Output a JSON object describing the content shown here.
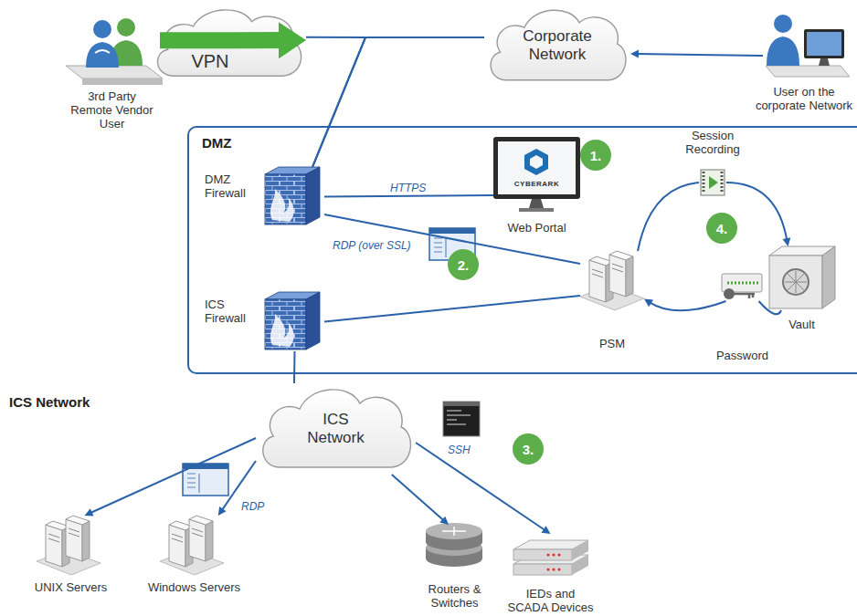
{
  "diagram": {
    "nodes": [
      {
        "text": [
          "3rd Party Remote Vendor User"
        ]
      },
      {
        "text": [
          "VPN"
        ]
      },
      {
        "text": [
          "Corporate Network"
        ]
      },
      {
        "text": [
          "User on the corporate Network"
        ]
      },
      {
        "text": [
          "DMZ"
        ]
      },
      {
        "text": [
          "DMZ Firewall"
        ],
        "in": 4
      },
      {
        "text": [
          "Web Portal"
        ],
        "in": 4
      },
      {
        "text": [
          "Session Recording"
        ],
        "in": 4
      },
      {
        "text": [
          "Vault"
        ],
        "in": 4
      },
      {
        "text": [
          "PSM"
        ],
        "in": 4
      },
      {
        "text": [
          "Password"
        ],
        "in": 4
      },
      {
        "text": [
          "ICS Firewall"
        ],
        "in": 4
      },
      {
        "text": [
          "ICS Network"
        ]
      },
      {
        "text": [
          "UNIX Servers"
        ]
      },
      {
        "text": [
          "Windows Servers"
        ]
      },
      {
        "text": [
          "Routers & Switches"
        ]
      },
      {
        "text": [
          "IEDs and SCADA Devices"
        ]
      }
    ],
    "edges": [
      {
        "from": 0,
        "to": 1,
        "arrow": "to"
      },
      {
        "from": 3,
        "to": 2,
        "arrow": "to"
      },
      {
        "from": 1,
        "to": 5,
        "arrow": "none"
      },
      {
        "from": 2,
        "to": 5,
        "arrow": "none"
      },
      {
        "from": 5,
        "to": 6,
        "label": "HTTPS",
        "arrow": "none"
      },
      {
        "from": 5,
        "to": 9,
        "label": "RDP (over SSL)",
        "arrow": "none"
      },
      {
        "from": 11,
        "to": 9,
        "arrow": "none"
      },
      {
        "from": 11,
        "to": 12,
        "arrow": "none"
      },
      {
        "from": 12,
        "to": 13,
        "arrow": "to"
      },
      {
        "from": 12,
        "to": 14,
        "label": "RDP",
        "arrow": "to"
      },
      {
        "from": 12,
        "to": 15,
        "arrow": "to"
      },
      {
        "from": 12,
        "to": 16,
        "label": "SSH",
        "arrow": "to"
      },
      {
        "from": 9,
        "to": 7,
        "arrow": "none"
      },
      {
        "from": 7,
        "to": 8,
        "arrow": "to"
      },
      {
        "from": 8,
        "to": 10,
        "arrow": "none"
      },
      {
        "from": 10,
        "to": 9,
        "arrow": "to"
      }
    ],
    "labels": [
      "1.",
      "2.",
      "3.",
      "4.",
      "ICS Network",
      "CYBERARK"
    ]
  }
}
